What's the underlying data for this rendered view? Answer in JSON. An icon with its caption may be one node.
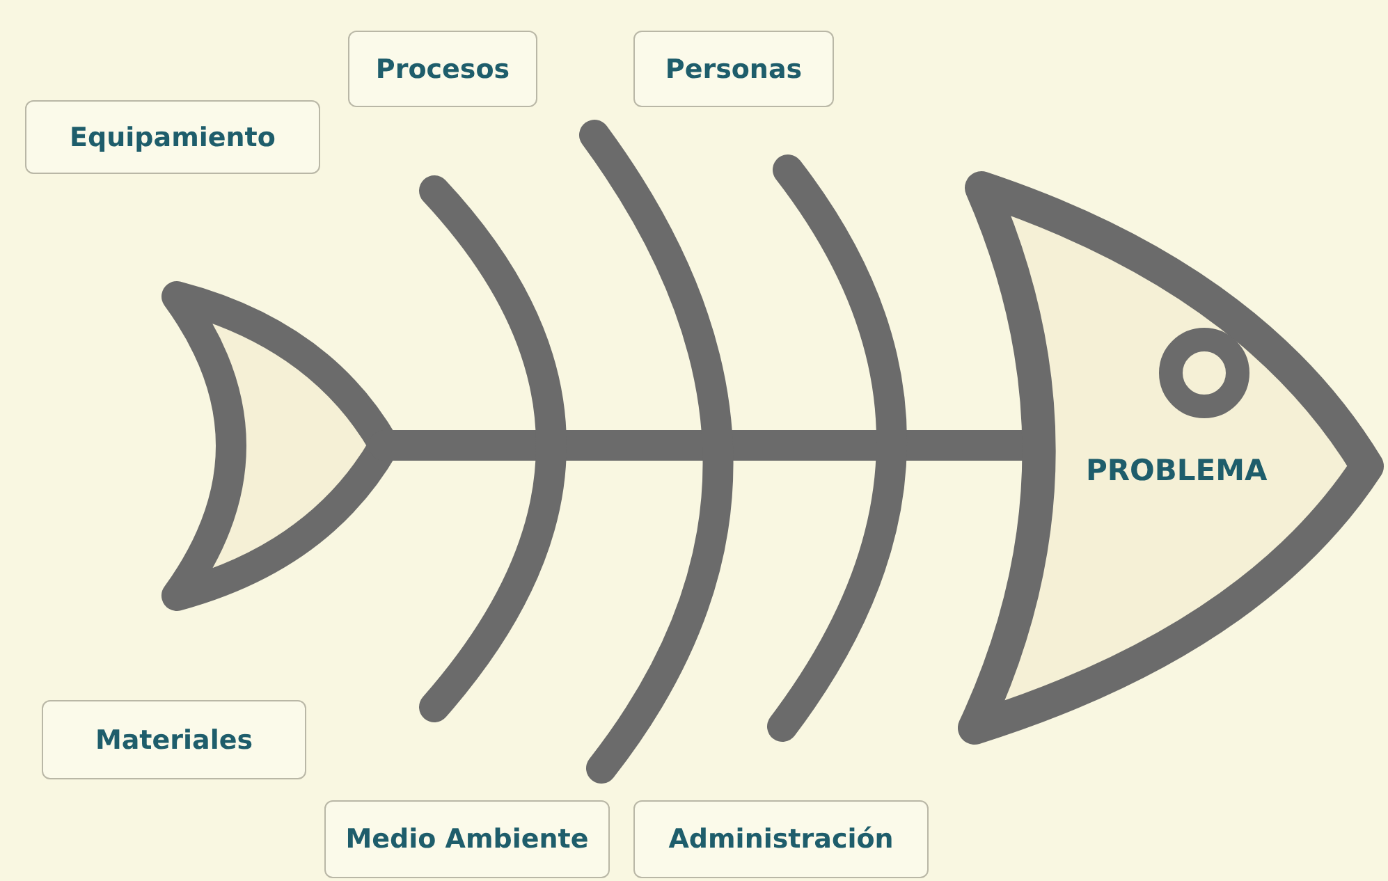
{
  "diagram": {
    "nodes": [
      {
        "text": [
          "Procesos"
        ]
      },
      {
        "text": [
          "Personas"
        ]
      },
      {
        "text": [
          "Equipamiento"
        ]
      },
      {
        "text": [
          "PROBLEMA"
        ]
      },
      {
        "text": [
          "Materiales"
        ]
      },
      {
        "text": [
          "Medio Ambiente"
        ]
      },
      {
        "text": [
          "Administración"
        ]
      }
    ]
  }
}
